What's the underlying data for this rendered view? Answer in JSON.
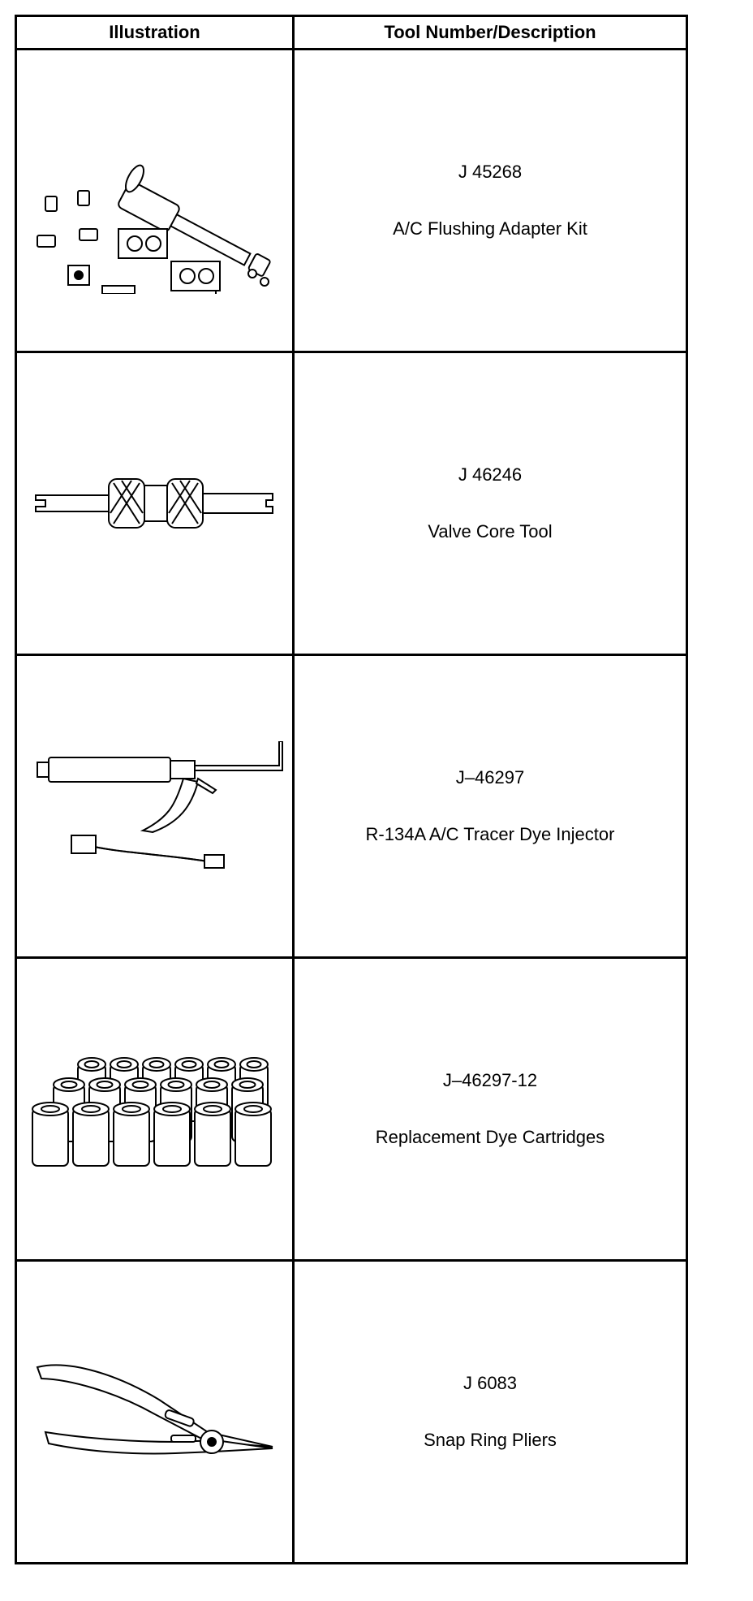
{
  "table": {
    "headers": {
      "illustration": "Illustration",
      "tool": "Tool Number/Description"
    },
    "rows": [
      {
        "tool_number": "J 45268",
        "description": "A/C Flushing Adapter Kit",
        "icon": "flushing-adapter-kit-icon"
      },
      {
        "tool_number": "J 46246",
        "description": "Valve Core Tool",
        "icon": "valve-core-tool-icon"
      },
      {
        "tool_number": "J–46297",
        "description": "R-134A A/C Tracer Dye Injector",
        "icon": "dye-injector-icon"
      },
      {
        "tool_number": "J–46297-12",
        "description": "Replacement Dye Cartridges",
        "icon": "dye-cartridges-icon"
      },
      {
        "tool_number": "J 6083",
        "description": "Snap Ring Pliers",
        "icon": "snap-ring-pliers-icon"
      }
    ]
  }
}
